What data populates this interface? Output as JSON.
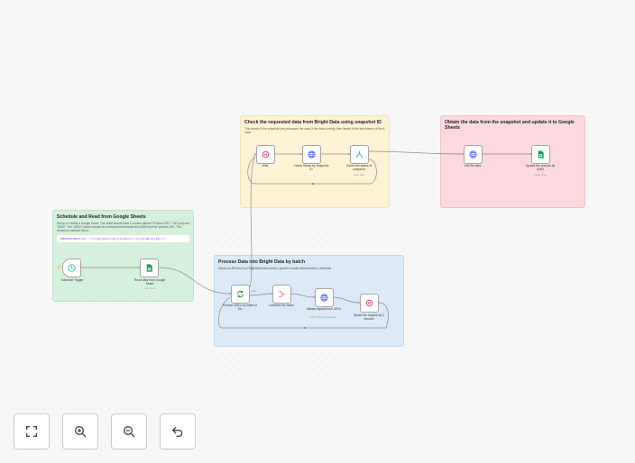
{
  "stickies": {
    "schedule": {
      "title": "Schedule and Read from Google Sheets",
      "text": "Set up or modify a Google Sheet. The sheet should have 2 colums named \"Product URL\" * OR (col) and \"ASIN\". The \"ASIN\" column should be a formula that extracts the ASIN from the product URL. The formula to achieve this is:",
      "code": "=REGEXEXTRACT(A2, \"/(?:dp|gp/product|product)/([a-zA-Z0-9]{10})\")"
    },
    "check": {
      "title": "Check the requested data from Bright Data using snapshot ID",
      "text": "This checks if the snapshot has processed the data. If the data is ready, then iterate to the true branch of the If node."
    },
    "obtain": {
      "title": "Obtain the data from the snapshot and update it to Google Sheets"
    },
    "process": {
      "title": "Process Data into Bright Data by batch",
      "text": "Obtain an API key from BrightData and create a generic header authentication credential."
    }
  },
  "nodes": {
    "schedule_trigger": {
      "label": "Schedule Trigger",
      "icon": "clock-icon"
    },
    "read_sheet": {
      "label": "Read data from Google Sheet",
      "sub": "read: sheet",
      "icon": "google-sheets-icon"
    },
    "process_urls": {
      "label": "Process URLs by batch of 10s",
      "icon": "loop-icon"
    },
    "combine": {
      "label": "Combine the batch",
      "icon": "merge-icon"
    },
    "initiate": {
      "label": "Initiate request from URLs",
      "sub": "POST: https://api.brightdata...",
      "icon": "globe-icon"
    },
    "space": {
      "label": "Space the request by 1 second",
      "icon": "wait-icon"
    },
    "wait": {
      "label": "Wait",
      "icon": "wait-icon"
    },
    "check_status": {
      "label": "Check Status by Snapshot ID",
      "icon": "globe-icon"
    },
    "check_snapshot": {
      "label": "Check the status of snapshot",
      "sub": "done: state",
      "icon": "if-icon"
    },
    "get_data": {
      "label": "Get the data",
      "icon": "globe-icon"
    },
    "update_sheet": {
      "label": "Update the records by ASIN",
      "sub": "update: sheet",
      "icon": "google-sheets-icon"
    }
  },
  "edges": {
    "loop_done_label": "done"
  },
  "colors": {
    "accent_red": "#ff6d5a",
    "sheets_green": "#0f9d58",
    "http_blue": "#3d5afe",
    "wire": "#8c8c8c"
  },
  "controls": {
    "fit": "fit-view-icon",
    "zoom_in": "zoom-in-icon",
    "zoom_out": "zoom-out-icon",
    "undo": "undo-icon"
  }
}
